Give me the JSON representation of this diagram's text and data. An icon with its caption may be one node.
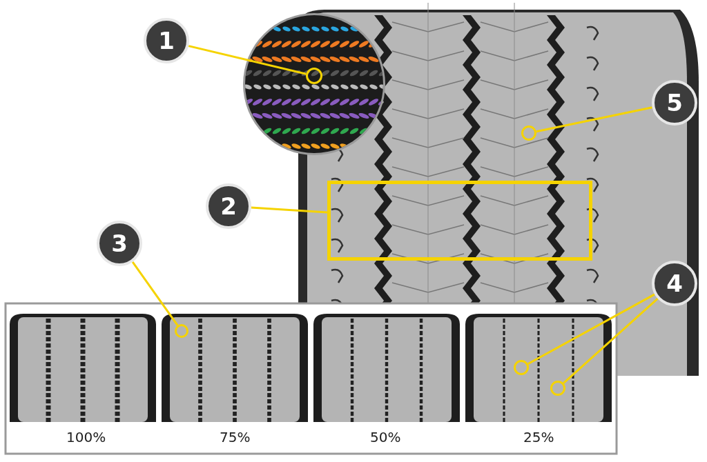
{
  "diagram": {
    "nodes": [
      {
        "text": [
          "1"
        ]
      },
      {
        "text": [],
        "shape": "circle"
      },
      {
        "text": [
          "2"
        ]
      },
      {
        "text": [],
        "shape": "box"
      },
      {
        "text": [
          "3"
        ]
      },
      {
        "text": [],
        "shape": "circle"
      },
      {
        "text": [
          "4"
        ]
      },
      {
        "text": [],
        "shape": "circle"
      },
      {
        "text": [],
        "shape": "circle"
      },
      {
        "text": [
          "5"
        ]
      },
      {
        "text": [],
        "shape": "circle"
      }
    ],
    "edges": [
      {
        "from": 0,
        "to": 1,
        "arrow": "none"
      },
      {
        "from": 2,
        "to": 3,
        "arrow": "none"
      },
      {
        "from": 4,
        "to": 5,
        "arrow": "none"
      },
      {
        "from": 6,
        "to": 7,
        "arrow": "none"
      },
      {
        "from": 6,
        "to": 8,
        "arrow": "none"
      },
      {
        "from": 9,
        "to": 10,
        "arrow": "none"
      }
    ],
    "labels": [
      "100%",
      "75%",
      "50%",
      "25%"
    ]
  }
}
